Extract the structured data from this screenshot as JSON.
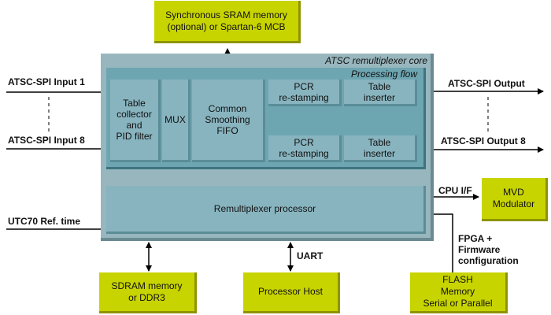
{
  "sram_box": "Synchronous SRAM memory\n(optional) or Spartan-6 MCB",
  "core_title": "ATSC remultiplexer core",
  "flow_title": "Processing flow",
  "input_top": "ATSC-SPI Input 1",
  "input_bottom": "ATSC-SPI Input 8",
  "output_top": "ATSC-SPI Output",
  "output_bottom": "ATSC-SPI Output 8",
  "utc_label": "UTC70 Ref. time",
  "table_collector": "Table\ncollector\nand\nPID filter",
  "mux": "MUX",
  "fifo": "Common\nSmoothing\nFIFO",
  "pcr_top": "PCR\nre-stamping",
  "pcr_bottom": "PCR\nre-stamping",
  "inserter_top": "Table\ninserter",
  "inserter_bottom": "Table\ninserter",
  "processor": "Remultiplexer processor",
  "cpu_if": "CPU I/F",
  "mvd": "MVD\nModulator",
  "fpga_label": "FPGA +\nFirmware\nconfiguration",
  "uart": "UART",
  "sdram": "SDRAM memory\nor DDR3",
  "host": "Processor Host",
  "flash": "FLASH\nMemory\nSerial or Parallel"
}
